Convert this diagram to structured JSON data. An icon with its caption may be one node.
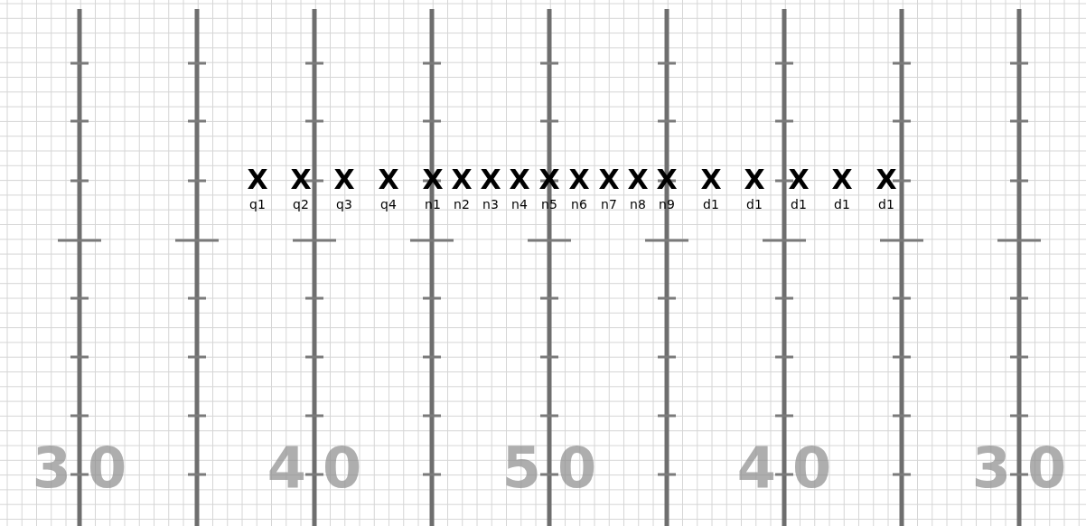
{
  "diagram": {
    "labels": [
      "X",
      "X",
      "X",
      "X",
      "X",
      "X",
      "X",
      "X",
      "X",
      "X",
      "X",
      "X",
      "X",
      "X",
      "X",
      "X",
      "X",
      "X",
      "q1",
      "q2",
      "q3",
      "q4",
      "n1",
      "n2",
      "n3",
      "n4",
      "n5",
      "n6",
      "n7",
      "n8",
      "n9",
      "d1",
      "d1",
      "d1",
      "d1",
      "d1",
      "30",
      "40",
      "50",
      "40",
      "30"
    ]
  }
}
